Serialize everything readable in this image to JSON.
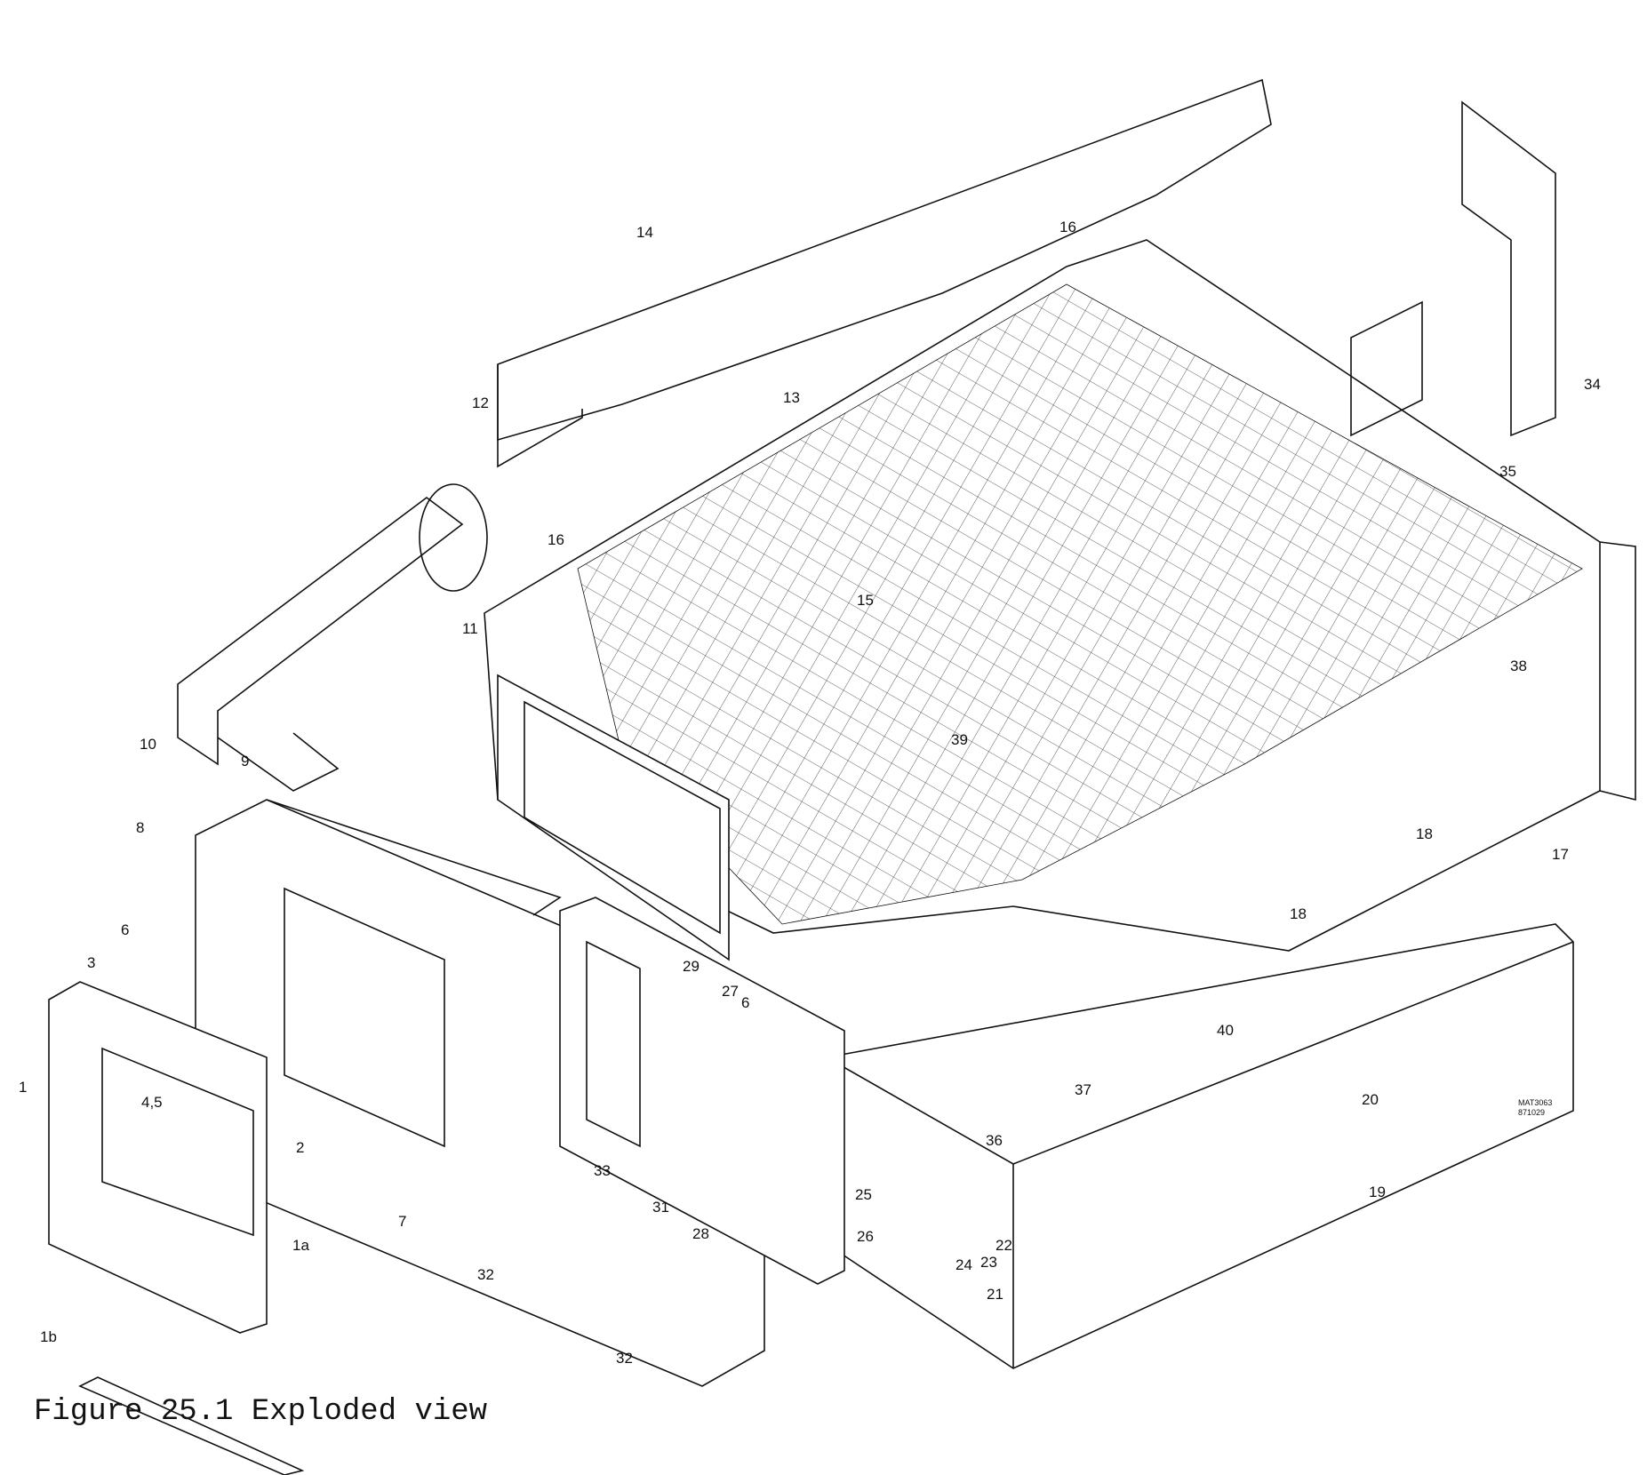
{
  "figure": {
    "caption": "Figure 25.1 Exploded view",
    "drawing_code": [
      "MAT3063",
      "871029"
    ]
  },
  "callouts": [
    "14",
    "16",
    "12",
    "13",
    "34",
    "35",
    "16",
    "15",
    "11",
    "38",
    "10",
    "9",
    "39",
    "18",
    "17",
    "8",
    "18",
    "6",
    "29",
    "27",
    "6",
    "3",
    "40",
    "1",
    "4,5",
    "37",
    "20",
    "36",
    "2",
    "33",
    "7",
    "19",
    "25",
    "31",
    "26",
    "28",
    "22",
    "1a",
    "24",
    "23",
    "21",
    "32",
    "1b",
    "32"
  ]
}
